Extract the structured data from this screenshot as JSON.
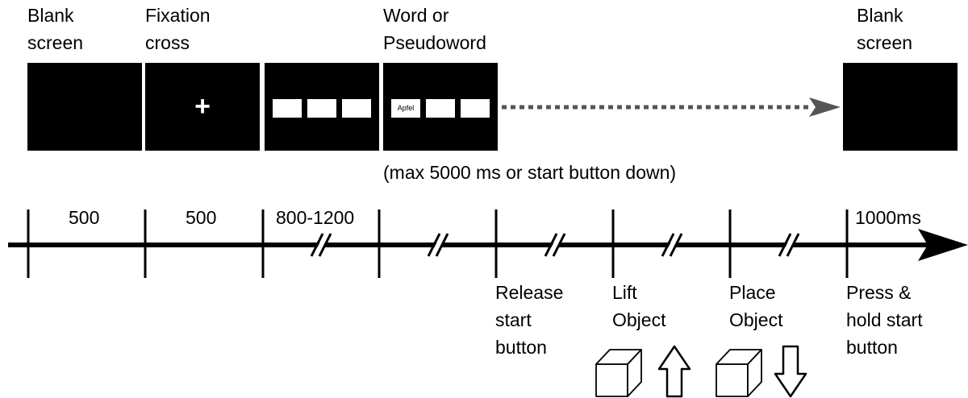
{
  "screens": {
    "blank1_label": "Blank\nscreen",
    "fixation_label": "Fixation\ncross",
    "fixation_symbol": "+",
    "word_label": "Word or\nPseudoword",
    "word_stimulus": "Apfel",
    "blank2_label": "Blank\nscreen",
    "word_duration_note": "(max 5000 ms or start button down)"
  },
  "timeline": {
    "durations": [
      "500",
      "500",
      "800-1200",
      "1000ms"
    ],
    "events": {
      "release": "Release\nstart\nbutton",
      "lift": "Lift\nObject",
      "place": "Place\nObject",
      "press": "Press &\nhold start\nbutton"
    }
  },
  "icons": [
    "cube-icon",
    "arrow-up-icon",
    "cube-icon",
    "arrow-down-icon"
  ],
  "colors": {
    "screen": "#000000",
    "dotted_arrow": "#555555",
    "placeholder": "#ffffff"
  }
}
